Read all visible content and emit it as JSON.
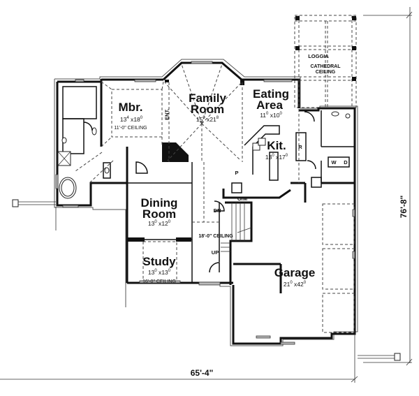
{
  "plan": {
    "overall_width": "65'-4\"",
    "overall_depth": "76'-8\""
  },
  "rooms": {
    "master_bedroom": {
      "name": "Mbr.",
      "w": "13",
      "w_in": "4",
      "d": "18",
      "d_in": "0",
      "x": " x",
      "ceiling": "11'-0\" CEILING"
    },
    "family_room": {
      "name_line1": "Family",
      "name_line2": "Room",
      "w": "15",
      "w_in": "0",
      "d": "21",
      "d_in": "8",
      "x": " x"
    },
    "eating_area": {
      "name_line1": "Eating",
      "name_line2": "Area",
      "w": "11",
      "w_in": "0",
      "d": "10",
      "d_in": "0",
      "x": " x"
    },
    "kitchen": {
      "name": "Kit.",
      "w": "13",
      "w_in": "0",
      "d": "17",
      "d_in": "0",
      "x": " x"
    },
    "dining_room": {
      "name_line1": "Dining",
      "name_line2": "Room",
      "w": "13",
      "w_in": "0",
      "d": "12",
      "d_in": "0",
      "x": " x"
    },
    "study": {
      "name": "Study",
      "w": "13",
      "w_in": "0",
      "d": "13",
      "d_in": "0",
      "x": " x",
      "ceiling": "16'-0\" CEILING"
    },
    "garage": {
      "name": "Garage",
      "w": "21",
      "w_in": "0",
      "d": "42",
      "d_in": "0",
      "x": " x"
    },
    "loggia": {
      "name": "LOGGIA",
      "ceiling_line1": "CATHEDRAL",
      "ceiling_line2": "CEILING"
    },
    "foyer": {
      "ceiling": "18'-0\" CEILING"
    }
  },
  "annotations": {
    "entertainment": "ENT.",
    "pantry": "P",
    "refrigerator": "R",
    "oven_microwave": "O/M",
    "washer": "W",
    "dryer": "D",
    "stairs_down": "DN",
    "stairs_up": "UP"
  }
}
